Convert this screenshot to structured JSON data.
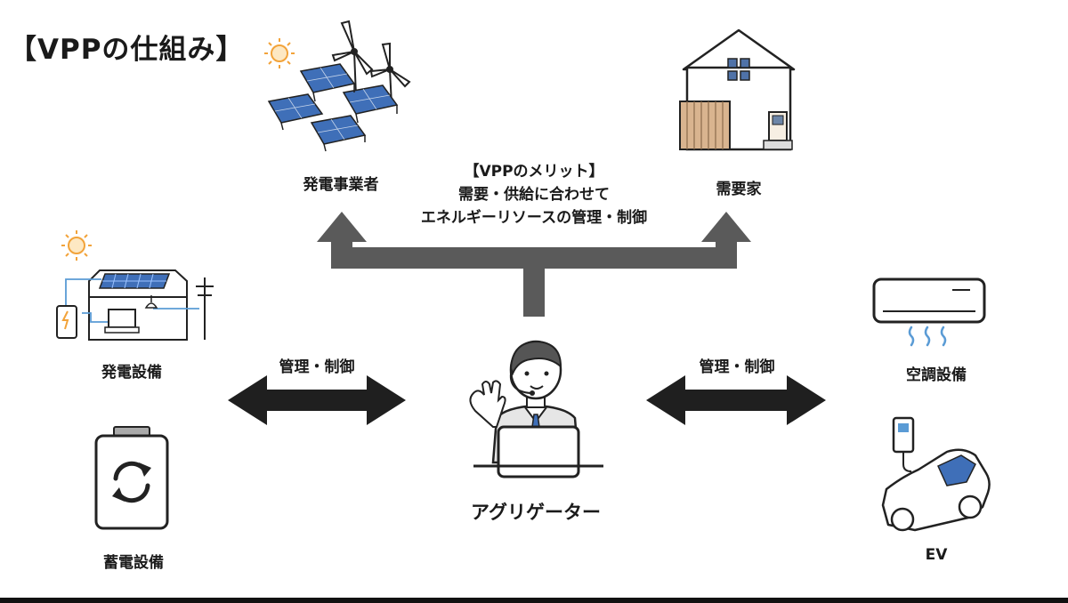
{
  "title": "【VPPの仕組み】",
  "merit": {
    "line1": "【VPPのメリット】",
    "line2": "需要・供給に合わせて",
    "line3": "エネルギーリソースの管理・制御"
  },
  "nodes": {
    "generator_company": "発電事業者",
    "consumer": "需要家",
    "generation_equipment": "発電設備",
    "storage_equipment": "蓄電設備",
    "aircon_equipment": "空調設備",
    "ev": "EV",
    "aggregator": "アグリゲーター"
  },
  "arrows": {
    "left_label": "管理・制御",
    "right_label": "管理・制御"
  },
  "colors": {
    "arrow_gray": "#5a5a5a",
    "arrow_dark": "#1f1f1f",
    "solar_blue": "#3f6fb8",
    "sun_orange": "#f2a33a",
    "wood": "#d9b48f"
  }
}
